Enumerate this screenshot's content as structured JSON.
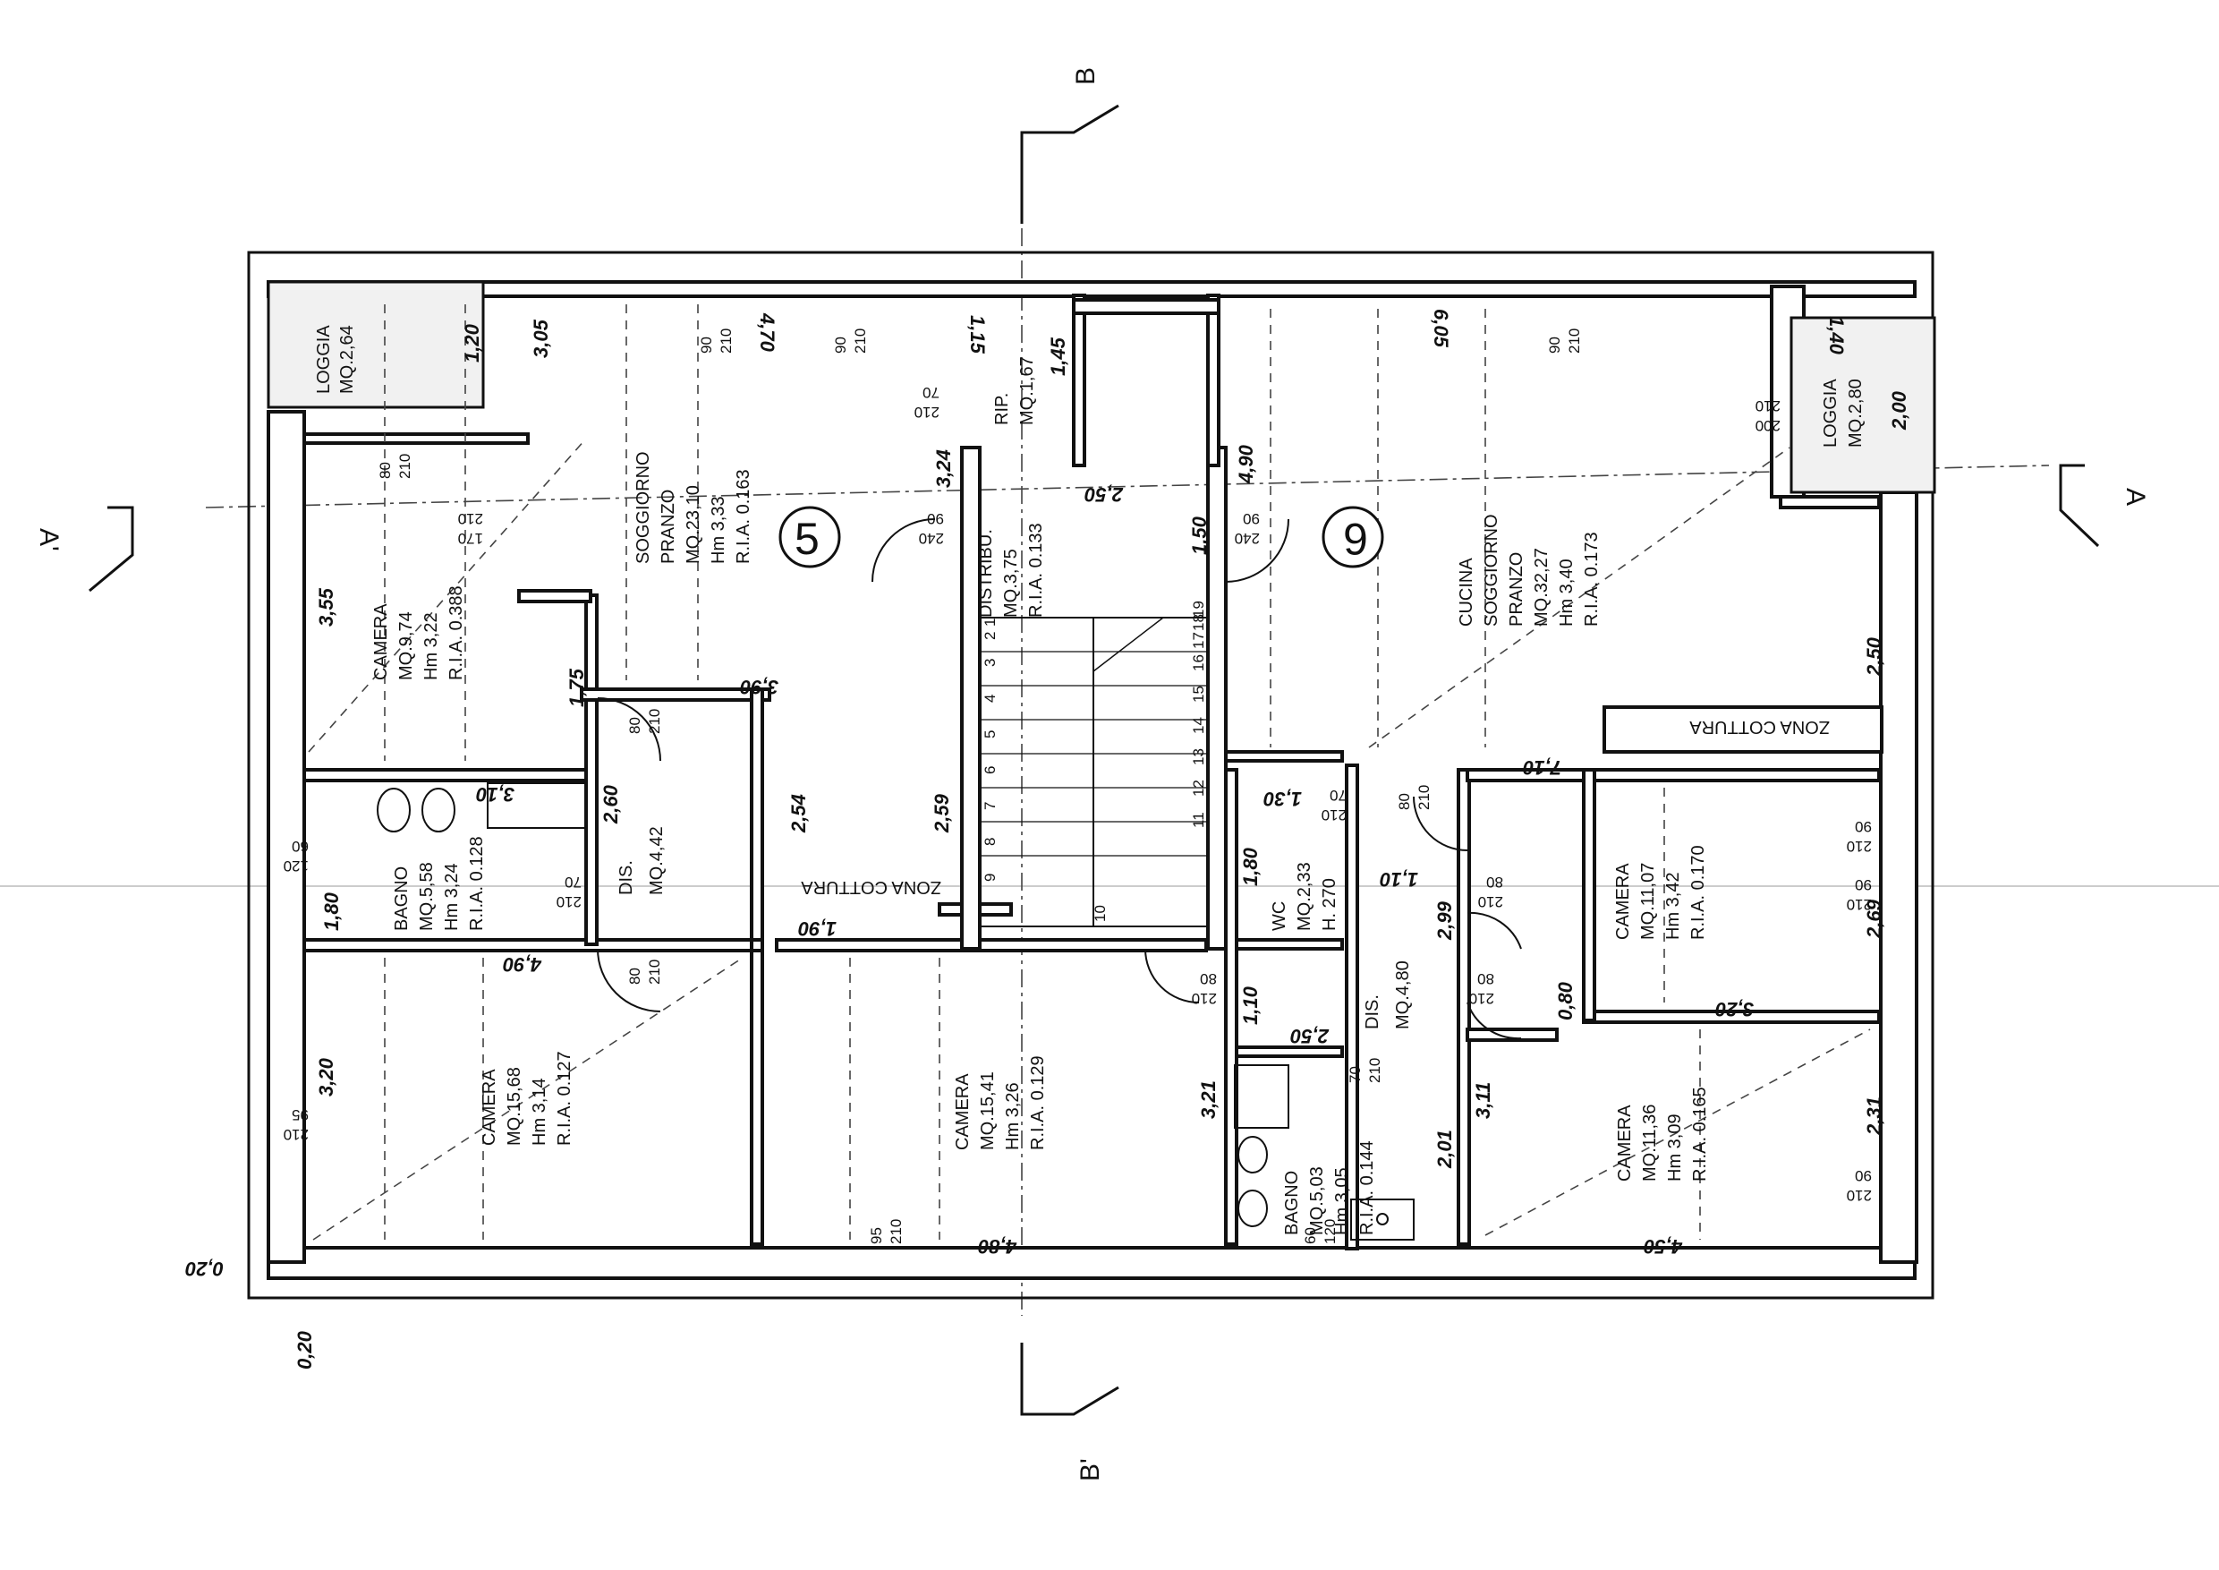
{
  "sections": {
    "a_right": "A",
    "a_left": "A'",
    "b_top": "B",
    "b_bottom": "B'"
  },
  "units": {
    "unit_5": "5",
    "unit_6": "6"
  },
  "rooms": {
    "loggia_nw": [
      "LOGGIA",
      "MQ.2,64"
    ],
    "soggiorno_5": [
      "SOGGIORNO",
      "PRANZO",
      "MQ.23,10",
      "Hm 3,33",
      "R.I.A. 0.163"
    ],
    "rip": [
      "RIP.",
      "MQ.1,67"
    ],
    "distribu": [
      "DISTRIBU.",
      "MQ.3,75",
      "R.I.A. 0.133"
    ],
    "camera_nw": [
      "CAMERA",
      "MQ.9,74",
      "Hm 3,22",
      "R.I.A. 0.388"
    ],
    "dis_5": [
      "DIS.",
      "MQ.4,42"
    ],
    "bagno_5": [
      "BAGNO",
      "MQ.5,58",
      "Hm 3,24",
      "R.I.A. 0.128"
    ],
    "camera_sw": [
      "CAMERA",
      "MQ.15,68",
      "Hm 3,14",
      "R.I.A. 0.127"
    ],
    "camera_sc": [
      "CAMERA",
      "MQ.15,41",
      "Hm 3,26",
      "R.I.A. 0.129"
    ],
    "cucina_6": [
      "CUCINA",
      "SOGGIORNO",
      "PRANZO",
      "MQ.32,27",
      "Hm 3,40",
      "R.I.A. 0.173"
    ],
    "loggia_ne": [
      "LOGGIA",
      "MQ.2,80"
    ],
    "wc_6": [
      "WC",
      "MQ.2,33",
      "H. 270"
    ],
    "dis_6": [
      "DIS.",
      "MQ.4,80"
    ],
    "camera_e": [
      "CAMERA",
      "MQ.11,07",
      "Hm 3,42",
      "R.I.A. 0.170"
    ],
    "bagno_6": [
      "BAGNO",
      "MQ.5,03",
      "Hm 3,05",
      "R.I.A. 0.144"
    ],
    "camera_se": [
      "CAMERA",
      "MQ.11,36",
      "Hm 3,09",
      "R.I.A. 0.165"
    ]
  },
  "zones": {
    "cottura_5": "ZONA COTTURA",
    "cottura_6": "ZONA COTTURA"
  },
  "dimensions": {
    "d_305": "3,05",
    "d_120": "1,20",
    "d_470": "4,70",
    "d_115": "1,15",
    "d_145": "1,45",
    "d_605": "6,05",
    "d_140": "1,40",
    "d_200": "2,00",
    "d_324": "3,24",
    "d_250a": "2,50",
    "d_490a": "4,90",
    "d_355": "3,55",
    "d_175": "1,75",
    "d_390": "3,90",
    "d_150": "1,50",
    "d_250b": "2,50",
    "d_710": "7,10",
    "d_310": "3,10",
    "d_260": "2,60",
    "d_254": "2,54",
    "d_259": "2,59",
    "d_180a": "1,80",
    "d_190": "1,90",
    "d_180b": "1,80",
    "d_130": "1,30",
    "d_110a": "1,10",
    "d_299": "2,99",
    "d_269": "2,69",
    "d_490b": "4,90",
    "d_110b": "1,10",
    "d_080": "0,80",
    "d_320a": "3,20",
    "d_250c": "2,50",
    "d_320b": "3,20",
    "d_321": "3,21",
    "d_311": "3,11",
    "d_231": "2,31",
    "d_201": "2,01",
    "d_480": "4,80",
    "d_450": "4,50",
    "d_020a": "0,20",
    "d_020b": "0,20"
  },
  "doors": {
    "w1": [
      "90",
      "210"
    ],
    "w2": [
      "90",
      "210"
    ],
    "w3": [
      "90",
      "210"
    ],
    "w4": [
      "80",
      "210"
    ],
    "w5": [
      "170",
      "210"
    ],
    "w6": [
      "210",
      "70"
    ],
    "w7": [
      "240",
      "90"
    ],
    "w8": [
      "240",
      "90"
    ],
    "w9": [
      "200",
      "210"
    ],
    "w10": [
      "80",
      "210"
    ],
    "w11": [
      "120",
      "60"
    ],
    "w12": [
      "210",
      "70"
    ],
    "w13": [
      "80",
      "210"
    ],
    "w14": [
      "210",
      "70"
    ],
    "w15": [
      "80",
      "210"
    ],
    "w16": [
      "210",
      "80"
    ],
    "w17": [
      "210",
      "90"
    ],
    "w18": [
      "210",
      "80"
    ],
    "w19": [
      "210",
      "80"
    ],
    "w20": [
      "95",
      "210"
    ],
    "w21": [
      "70",
      "210"
    ],
    "w22": [
      "210",
      "90"
    ],
    "w23": [
      "95",
      "210"
    ],
    "w24": [
      "60",
      "120"
    ],
    "w25": [
      "210",
      "90"
    ]
  },
  "stairs": {
    "left": [
      "9",
      "8",
      "7",
      "6",
      "5",
      "4",
      "3",
      "2",
      "1"
    ],
    "right": [
      "11",
      "12",
      "13",
      "14",
      "15",
      "16",
      "17",
      "18",
      "19"
    ],
    "landing": "10"
  }
}
